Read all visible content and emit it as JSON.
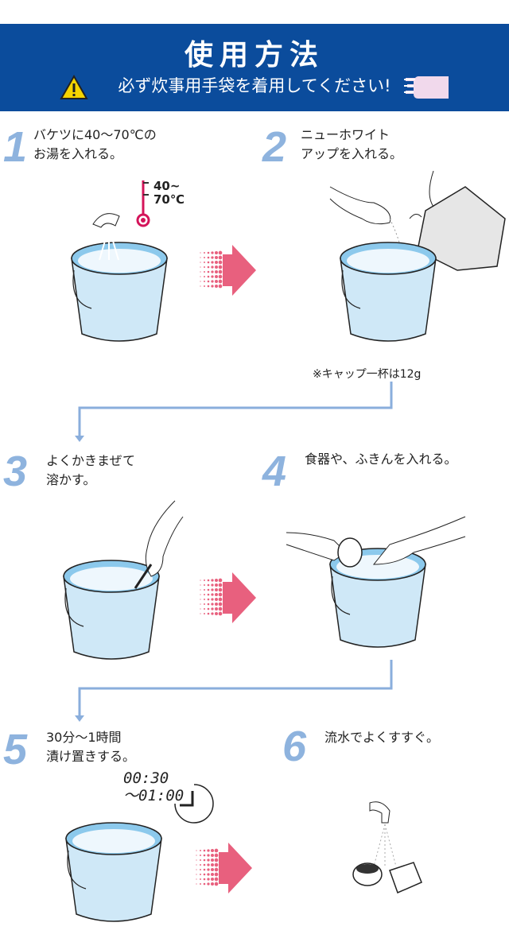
{
  "header": {
    "title": "使用方法",
    "warning": "必ず炊事用手袋を着用してください!",
    "colors": {
      "bg": "#0b4c9c",
      "warning_icon": "#f5d400",
      "glove": "#f1d9ec"
    }
  },
  "steps": [
    {
      "number": "1",
      "lines": [
        "バケツに40～70℃の",
        "お湯を入れる。"
      ],
      "thermometer": [
        "40~",
        "70℃"
      ]
    },
    {
      "number": "2",
      "lines": [
        "ニューホワイト",
        "アップを入れる。"
      ],
      "note": "※キャップ一杯は12g"
    },
    {
      "number": "3",
      "lines": [
        "よくかきまぜて",
        "溶かす。"
      ]
    },
    {
      "number": "4",
      "lines": [
        "食器や、ふきんを入れる。"
      ]
    },
    {
      "number": "5",
      "lines": [
        "30分～1時間",
        "漬け置きする。"
      ],
      "timer": [
        "00:30",
        "～01:00"
      ]
    },
    {
      "number": "6",
      "lines": [
        "流水でよくすすぐ。"
      ]
    }
  ],
  "colors": {
    "step_number": "#8eb3de",
    "bucket_water": "#cfe8f7",
    "bucket_rim": "#8cc9ec",
    "arrow": "#e8607e",
    "connector": "#8aaedc"
  }
}
